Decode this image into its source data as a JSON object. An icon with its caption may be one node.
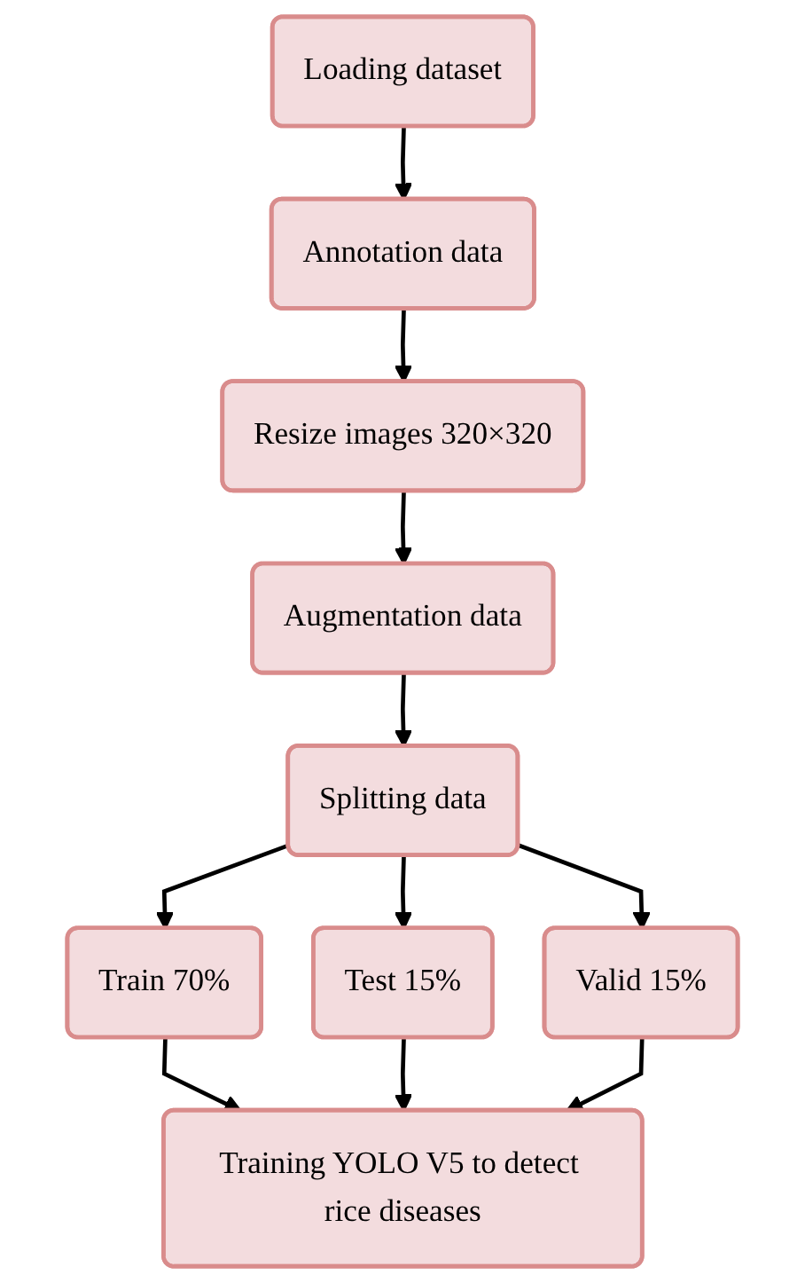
{
  "diagram": {
    "nodes": [
      {
        "text": [
          "Loading dataset"
        ]
      },
      {
        "text": [
          "Annotation data"
        ]
      },
      {
        "text": [
          "Resize images 320×320"
        ]
      },
      {
        "text": [
          "Augmentation data"
        ]
      },
      {
        "text": [
          "Splitting data"
        ]
      },
      {
        "text": [
          "Train 70%"
        ]
      },
      {
        "text": [
          "Test 15%"
        ]
      },
      {
        "text": [
          "Valid 15%"
        ]
      },
      {
        "text": [
          "Training YOLO V5 to detect rice diseases"
        ]
      }
    ],
    "edges": [
      {
        "from": 0,
        "to": 1,
        "arrow": "to"
      },
      {
        "from": 1,
        "to": 2,
        "arrow": "to"
      },
      {
        "from": 2,
        "to": 3,
        "arrow": "to"
      },
      {
        "from": 3,
        "to": 4,
        "arrow": "to"
      },
      {
        "from": 4,
        "to": 5,
        "arrow": "to"
      },
      {
        "from": 4,
        "to": 6,
        "arrow": "to"
      },
      {
        "from": 4,
        "to": 7,
        "arrow": "to"
      },
      {
        "from": 5,
        "to": 8,
        "arrow": "to"
      },
      {
        "from": 6,
        "to": 8,
        "arrow": "to"
      },
      {
        "from": 7,
        "to": 8,
        "arrow": "to"
      }
    ]
  }
}
